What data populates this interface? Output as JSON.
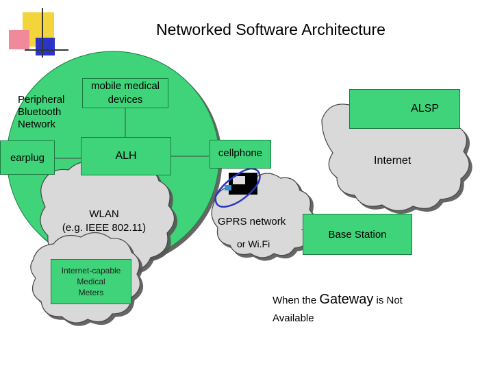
{
  "title": "Networked Software Architecture",
  "labels": {
    "peripheral": "Peripheral\nBluetooth\nNetwork",
    "earplug": "earplug",
    "mobile_medical": "mobile medical\ndevices",
    "alh": "ALH",
    "wlan": "WLAN\n(e.g. IEEE 802.11)",
    "meters": "Internet-capable\nMedical\nMeters",
    "cellphone": "cellphone",
    "gprs": "GPRS network",
    "wifi": "or  Wi.Fi",
    "alsp": "ALSP",
    "internet": "Internet",
    "base_station": "Base Station"
  },
  "note": {
    "line1a": "When the",
    "gateway": "Gateway",
    "line1b": "is Not",
    "line2": "Available"
  },
  "colors": {
    "green_box": "#3fd47a",
    "cloud_fill": "#d9d9d9",
    "circle_fill": "#3fd47a",
    "deco_yellow": "#f3d43a",
    "deco_pink": "#f08a9a",
    "deco_blue": "#2a35c8"
  }
}
